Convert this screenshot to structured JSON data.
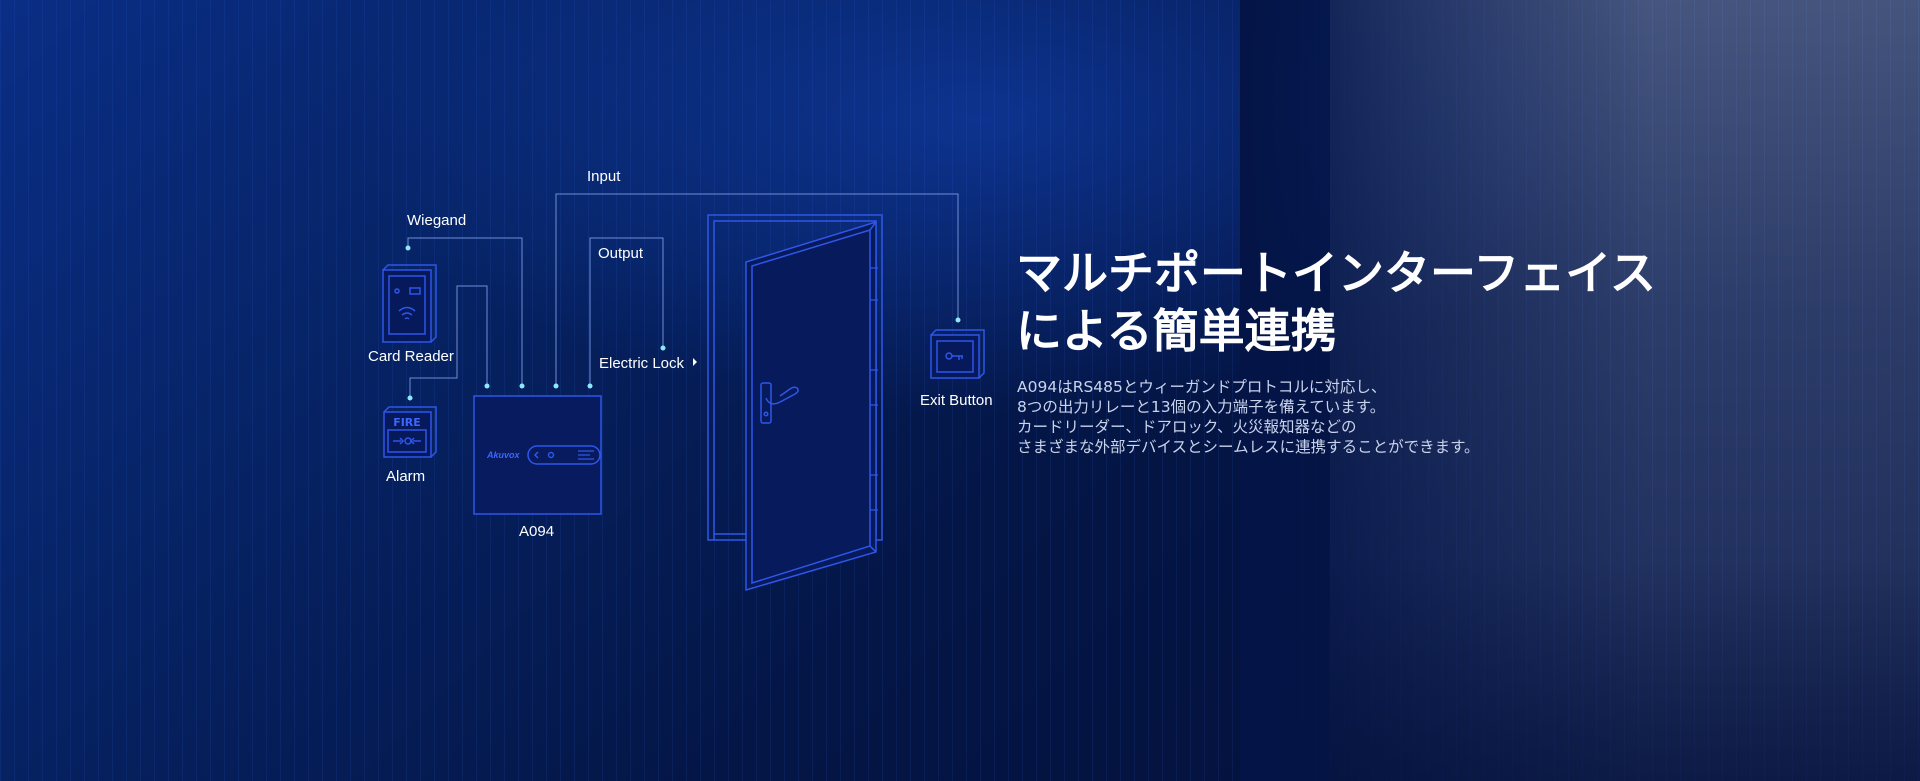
{
  "diagram": {
    "labels": {
      "input": "Input",
      "wiegand": "Wiegand",
      "output": "Output",
      "card_reader": "Card Reader",
      "electric_lock": "Electric Lock",
      "exit_button": "Exit Button",
      "alarm": "Alarm",
      "controller": "A094"
    },
    "device_text": {
      "fire": "FIRE",
      "brand": "Akuvox"
    },
    "icons": [
      "card-reader-icon",
      "fire-alarm-icon",
      "controller-icon",
      "door-icon",
      "exit-button-icon"
    ],
    "colors": {
      "line": "#6f8dd8",
      "device_stroke": "#2f56e8",
      "dot": "#8fe6ff"
    }
  },
  "content": {
    "headline_lines": [
      "マルチポートインターフェイス",
      "による簡単連携"
    ],
    "body_lines": [
      "A094はRS485とウィーガンドプロトコルに対応し、",
      "8つの出力リレーと13個の入力端子を備えています。",
      "カードリーダー、ドアロック、火災報知器などの",
      "さまざまな外部デバイスとシームレスに連携することができます。"
    ]
  }
}
